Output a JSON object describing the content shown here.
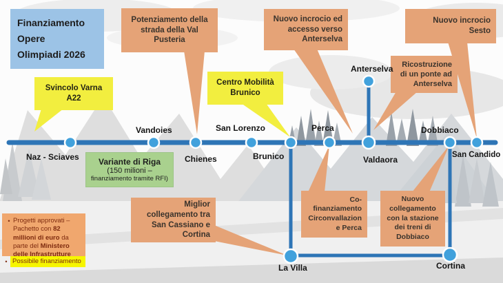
{
  "title_box": {
    "text": "Finanziamento\nOpere\nOlimpiadi 2026"
  },
  "callouts": {
    "svincolo_varna": "Svincolo Varna\nA22",
    "potenziamento": "Potenziamento della\nstrada della Val\nPusteria",
    "centro_mobilita": "Centro Mobilità\nBrunico",
    "incrocio_anterselva": "Nuovo incrocio ed\naccesso verso\nAnterselva",
    "incrocio_sesto": "Nuovo incrocio\nSesto",
    "ricostruzione_ponte": "Ricostruzione\ndi un ponte ad\nAnterselva",
    "miglior_collegamento": "Miglior\ncollegamento tra\nSan Cassiano e\nCortina",
    "cofinanziamento": "Co-\nfinanziamento\nCirconvallazion\ne Perca",
    "nuovo_collegamento": "Nuovo\ncollegamento\ncon la stazione\ndei treni di\nDobbiaco"
  },
  "variante_box": {
    "line1": "Variante di Riga",
    "line2": "(150 milioni –",
    "line3": "finanziamento tramite RFI)"
  },
  "legend": {
    "bullet": "•",
    "approved_parts": [
      "Progetti approvati – Pachetto con ",
      "82 millioni di euro",
      " da parte del ",
      "Ministero delle Infrastrutture"
    ],
    "possible": "Possibile finanziamento"
  },
  "stations": {
    "naz": "Naz - Sciaves",
    "vandoies": "Vandoies",
    "chienes": "Chienes",
    "san_lorenzo": "San Lorenzo",
    "brunico": "Brunico",
    "perca": "Perca",
    "valdaora": "Valdaora",
    "dobbiaco": "Dobbiaco",
    "san_candido": "San Candido",
    "anterselva": "Anterselva",
    "la_villa": "La Villa",
    "cortina": "Cortina"
  },
  "colors": {
    "rail_blue": "#2e75b6",
    "node_blue": "#41a1dc",
    "callout_orange": "#e5a377",
    "highlight_yellow": "#f2ee3f",
    "title_blue": "#9cc3e6",
    "variante_green": "#a9d18e",
    "legend_text_red": "#7e2b0f"
  }
}
